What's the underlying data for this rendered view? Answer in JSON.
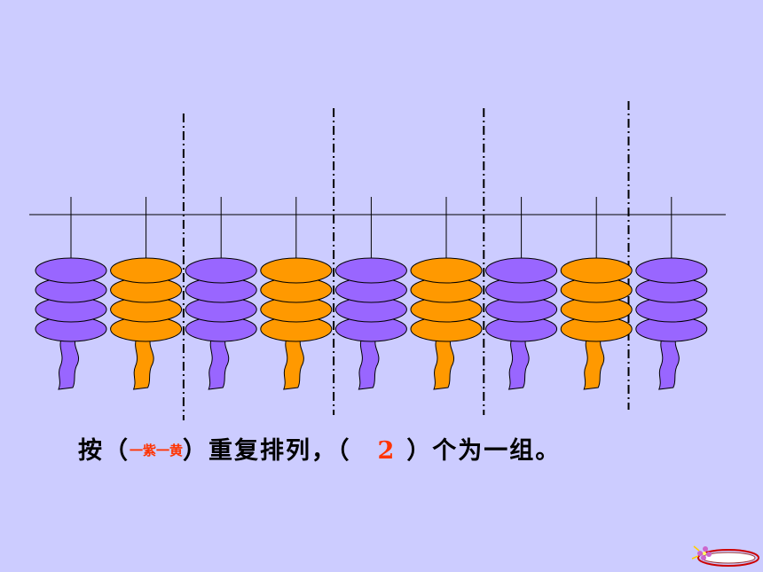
{
  "colors": {
    "background": "#ccccff",
    "purple": "#9966ff",
    "orange": "#ff9900",
    "outline": "#000000",
    "answer": "#ff3300"
  },
  "lanterns": {
    "colors": [
      "purple",
      "orange",
      "purple",
      "orange",
      "purple",
      "orange",
      "purple",
      "orange",
      "purple"
    ],
    "discs_per_lantern": 4
  },
  "group_dividers_after": [
    1,
    3,
    5,
    7
  ],
  "sentence": {
    "prefix": "按（",
    "pattern": "一紫一黄",
    "middle": "）重复排列，（",
    "answer": "2",
    "suffix": "）个为一组。"
  },
  "corner_icon": "flower-arrow-icon"
}
